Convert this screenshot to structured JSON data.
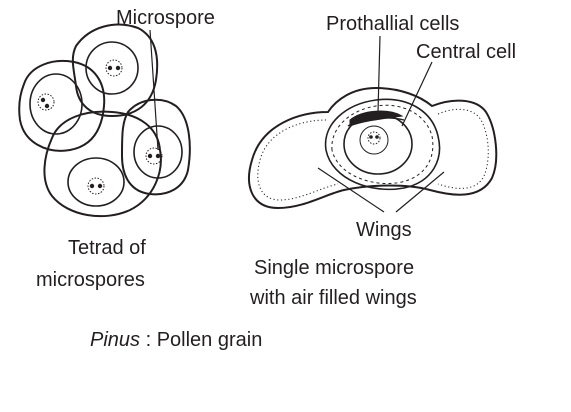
{
  "labels": {
    "microspore": "Microspore",
    "prothallial_cells": "Prothallial cells",
    "central_cell": "Central cell",
    "wings": "Wings",
    "tetrad_line1": "Tetrad of",
    "tetrad_line2": "microspores",
    "single_line1": "Single microspore",
    "single_line2": "with air filled wings"
  },
  "caption": {
    "genus": "Pinus",
    "separator": " : ",
    "rest": "Pollen grain"
  },
  "colors": {
    "ink": "#231f20",
    "background": "#ffffff",
    "cell_fill": "#ffffff",
    "hatch": "#8a8a8a"
  }
}
